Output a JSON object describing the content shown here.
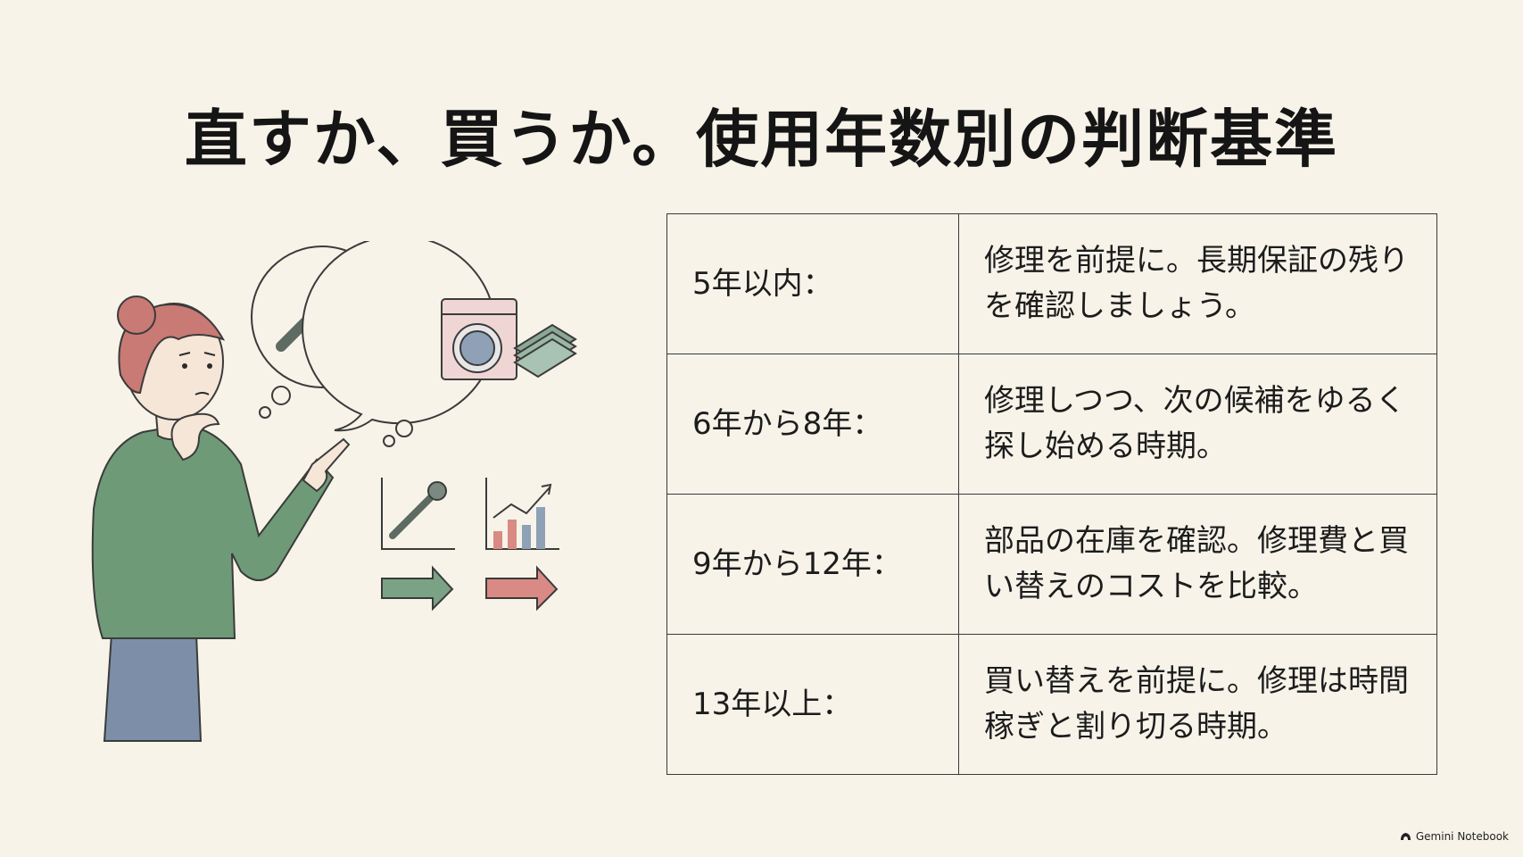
{
  "slide": {
    "title": "直すか、買うか。使用年数別の判断基準",
    "rows": [
      {
        "period": "5年以内：",
        "advice": "修理を前提に。長期保証の残りを確認しましょう。"
      },
      {
        "period": "6年から8年：",
        "advice": "修理しつつ、次の候補をゆるく探し始める時期。"
      },
      {
        "period": "9年から12年：",
        "advice": "部品の在庫を確認。修理費と買い替えのコストを比較。"
      },
      {
        "period": "13年以上：",
        "advice": "買い替えを前提に。修理は時間稼ぎと割り切る時期。"
      }
    ]
  },
  "branding": {
    "label": "Gemini Notebook",
    "icon": "notebook-icon"
  },
  "colors": {
    "background": "#f7f3e9",
    "sweater_green": "#6f9a78",
    "hair_red": "#c97a74",
    "pants_blue": "#7d8fa8",
    "arrow_green": "#7aa285",
    "arrow_red": "#d98a84"
  }
}
